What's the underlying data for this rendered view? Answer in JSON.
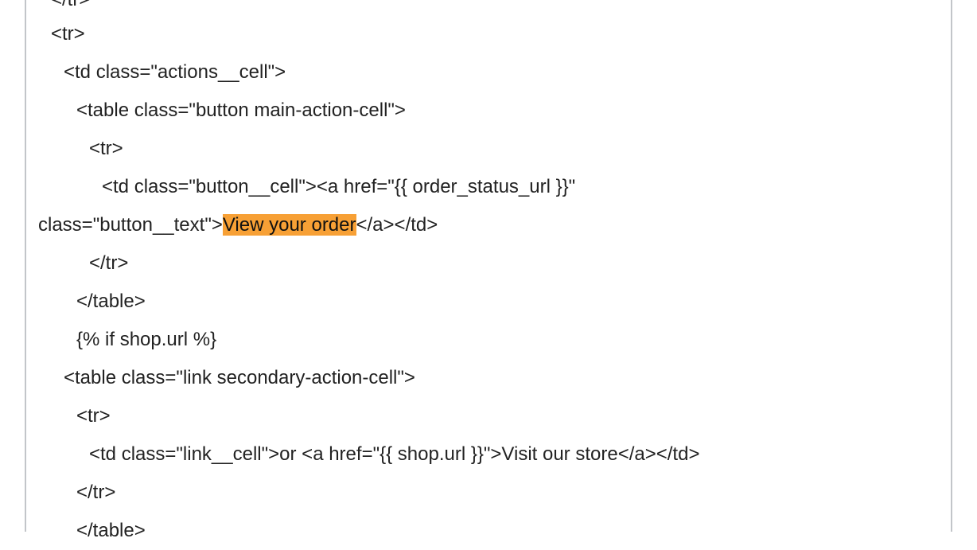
{
  "editor": {
    "highlight_color": "#f7a035",
    "lines": [
      {
        "indent": 1,
        "text": "</tr>"
      },
      {
        "indent": 1,
        "text": "<tr>"
      },
      {
        "indent": 2,
        "text": "<td class=\"actions__cell\">"
      },
      {
        "indent": 3,
        "text": "<table class=\"button main-action-cell\">"
      },
      {
        "indent": 4,
        "text": "<tr>"
      },
      {
        "indent": 5,
        "text": "<td class=\"button__cell\"><a href=\"{{ order_status_url }}\""
      },
      {
        "indent": 0,
        "before": "class=\"button__text\">",
        "highlight": "View your order",
        "after": "</a></td>"
      },
      {
        "indent": 4,
        "text": "</tr>"
      },
      {
        "indent": 3,
        "text": "</table>"
      },
      {
        "indent": 3,
        "text": "{% if shop.url %}"
      },
      {
        "indent": 2,
        "text": "<table class=\"link secondary-action-cell\">"
      },
      {
        "indent": 3,
        "text": "<tr>"
      },
      {
        "indent": 4,
        "text": "<td class=\"link__cell\">or <a href=\"{{ shop.url }}\">Visit our store</a></td>"
      },
      {
        "indent": 3,
        "text": "</tr>"
      },
      {
        "indent": 3,
        "text": "</table>"
      }
    ]
  }
}
